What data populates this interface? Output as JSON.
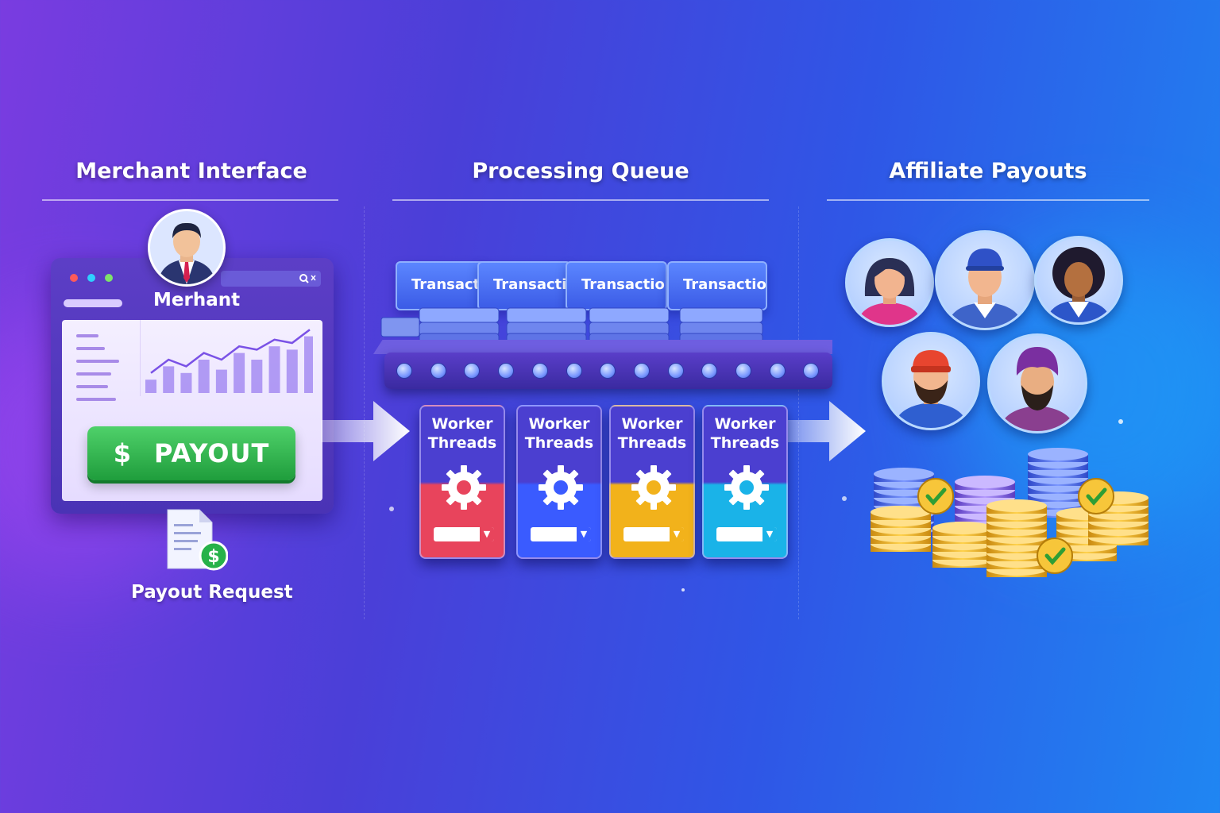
{
  "sections": {
    "merchant_title": "Merchant Interface",
    "queue_title": "Processing Queue",
    "payouts_title": "Affiliate Payouts"
  },
  "merchant": {
    "avatar_label": "Merhant",
    "search_icon": "search-icon",
    "payout_button_label": "PAYOUT",
    "payout_button_symbol": "$",
    "request_label": "Payout Request",
    "request_symbol": "$",
    "window_dot_colors": [
      "#ff5a5a",
      "#2fd0ff",
      "#7ee36b"
    ],
    "chart_data": {
      "type": "area",
      "values": [
        2,
        4,
        3,
        5,
        3.5,
        6,
        5,
        7,
        6.5,
        8.5
      ],
      "line": [
        3,
        5,
        4,
        6,
        5,
        7,
        6.5,
        8,
        7.5,
        9.5
      ]
    }
  },
  "queue": {
    "transactions": [
      "Transaction",
      "Transaction",
      "Transaction",
      "Transaction"
    ],
    "roller_count": 13,
    "workers": [
      {
        "label": "Worker Threads",
        "accent": "#e8445c"
      },
      {
        "label": "Worker Threads",
        "accent": "#3a5bff"
      },
      {
        "label": "Worker Threads",
        "accent": "#f2b21b"
      },
      {
        "label": "Worker Threads",
        "accent": "#1ab3e8"
      }
    ]
  },
  "colors": {
    "payout_green": "#2ab64b",
    "coin_gold": "#f4b423",
    "check_green": "#2f9e35"
  }
}
